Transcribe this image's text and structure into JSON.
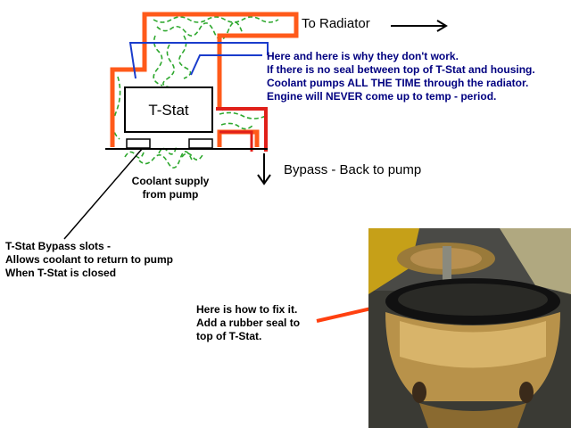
{
  "diagram": {
    "thermostat_label": "T-Stat",
    "to_radiator": "To Radiator",
    "bypass": "Bypass - Back to pump",
    "coolant_supply": [
      "Coolant supply",
      "from pump"
    ],
    "problem_note": [
      "Here and here is why they don't work.",
      "If there is no seal between top of T-Stat and housing.",
      "Coolant pumps ALL THE TIME through the radiator.",
      "Engine will NEVER come up to temp - period."
    ],
    "bypass_slots_note": [
      "T-Stat Bypass slots -",
      "Allows coolant to return to pump",
      "When T-Stat is closed"
    ],
    "fix_note": [
      "Here is how to fix it.",
      "Add a rubber seal to",
      "top of T-Stat."
    ]
  },
  "colors": {
    "housing": "#ff5a1a",
    "outlet": "#e0201a",
    "pointer_blue": "#1a3ccc",
    "flow_green": "#2ea82e",
    "fix_arrow": "#ff4010"
  }
}
